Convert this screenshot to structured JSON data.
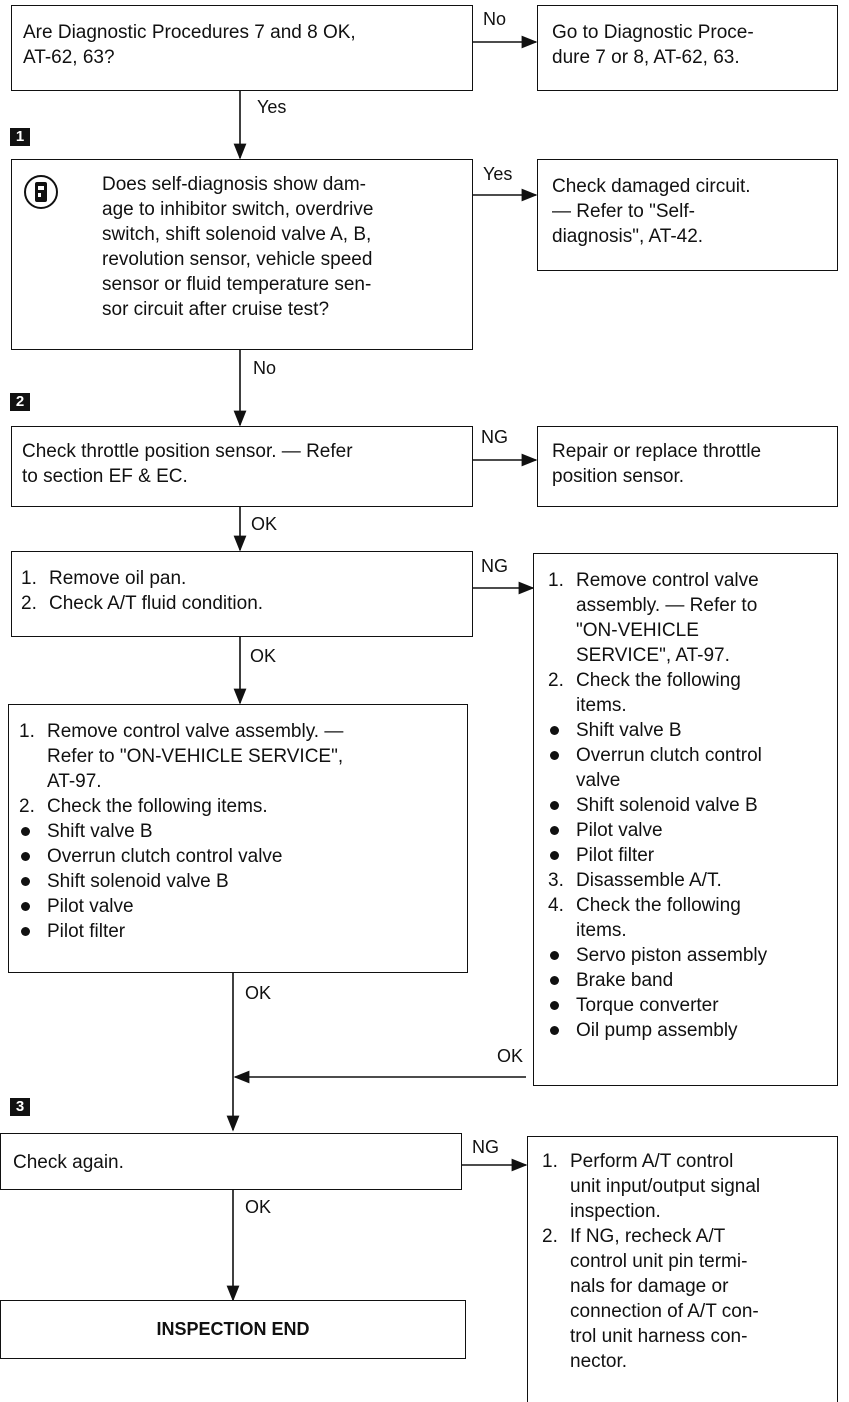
{
  "boxes": {
    "q1": "Are Diagnostic Procedures 7 and 8 OK,\nAT-62, 63?",
    "a1": "Go to Diagnostic Proce-\ndure 7 or 8, AT-62, 63.",
    "q2": "Does self-diagnosis show dam-\nage to inhibitor switch, overdrive\nswitch, shift solenoid valve A, B,\nrevolution sensor, vehicle speed\nsensor or fluid temperature sen-\nsor circuit after cruise test?",
    "a2": "Check damaged circuit.\n— Refer to \"Self-\ndiagnosis\", AT-42.",
    "q3": "Check throttle position sensor. — Refer\nto section EF & EC.",
    "a3": "Repair or replace throttle\nposition sensor.",
    "check_again": "Check again.",
    "end": "INSPECTION END"
  },
  "step_markers": [
    "1",
    "2",
    "3"
  ],
  "labels": {
    "no1": "No",
    "yes1": "Yes",
    "yes2": "Yes",
    "no2": "No",
    "ng3": "NG",
    "ok3": "OK",
    "ng4": "NG",
    "ok4": "OK",
    "ok5": "OK",
    "ok_join": "OK",
    "ng6": "NG",
    "ok6": "OK"
  },
  "oil_pan": [
    {
      "m": "1.",
      "t": "Remove oil pan."
    },
    {
      "m": "2.",
      "t": "Check A/T fluid condition."
    }
  ],
  "left_valve": [
    {
      "m": "1.",
      "t": "Remove control valve assembly. —\nRefer to \"ON-VEHICLE SERVICE\",\nAT-97."
    },
    {
      "m": "2.",
      "t": "Check the following items."
    },
    {
      "m": "•",
      "t": "Shift valve B"
    },
    {
      "m": "•",
      "t": "Overrun clutch control valve"
    },
    {
      "m": "•",
      "t": "Shift solenoid valve B"
    },
    {
      "m": "•",
      "t": "Pilot valve"
    },
    {
      "m": "•",
      "t": "Pilot filter"
    }
  ],
  "right_valve": [
    {
      "m": "1.",
      "t": "Remove control valve\nassembly. — Refer to\n\"ON-VEHICLE\nSERVICE\", AT-97."
    },
    {
      "m": "2.",
      "t": "Check the following\nitems."
    },
    {
      "m": "•",
      "t": "Shift valve B"
    },
    {
      "m": "•",
      "t": "Overrun clutch control\nvalve"
    },
    {
      "m": "•",
      "t": "Shift solenoid valve B"
    },
    {
      "m": "•",
      "t": "Pilot valve"
    },
    {
      "m": "•",
      "t": "Pilot filter"
    },
    {
      "m": "3.",
      "t": "Disassemble A/T."
    },
    {
      "m": "4.",
      "t": "Check the following\nitems."
    },
    {
      "m": "•",
      "t": "Servo piston assembly"
    },
    {
      "m": "•",
      "t": "Brake band"
    },
    {
      "m": "•",
      "t": "Torque converter"
    },
    {
      "m": "•",
      "t": "Oil pump assembly"
    }
  ],
  "final_action": [
    {
      "m": "1.",
      "t": "Perform A/T control\nunit input/output signal\ninspection."
    },
    {
      "m": "2.",
      "t": "If NG, recheck A/T\ncontrol unit pin termi-\nnals for damage or\nconnection of A/T con-\ntrol unit harness con-\nnector."
    }
  ]
}
